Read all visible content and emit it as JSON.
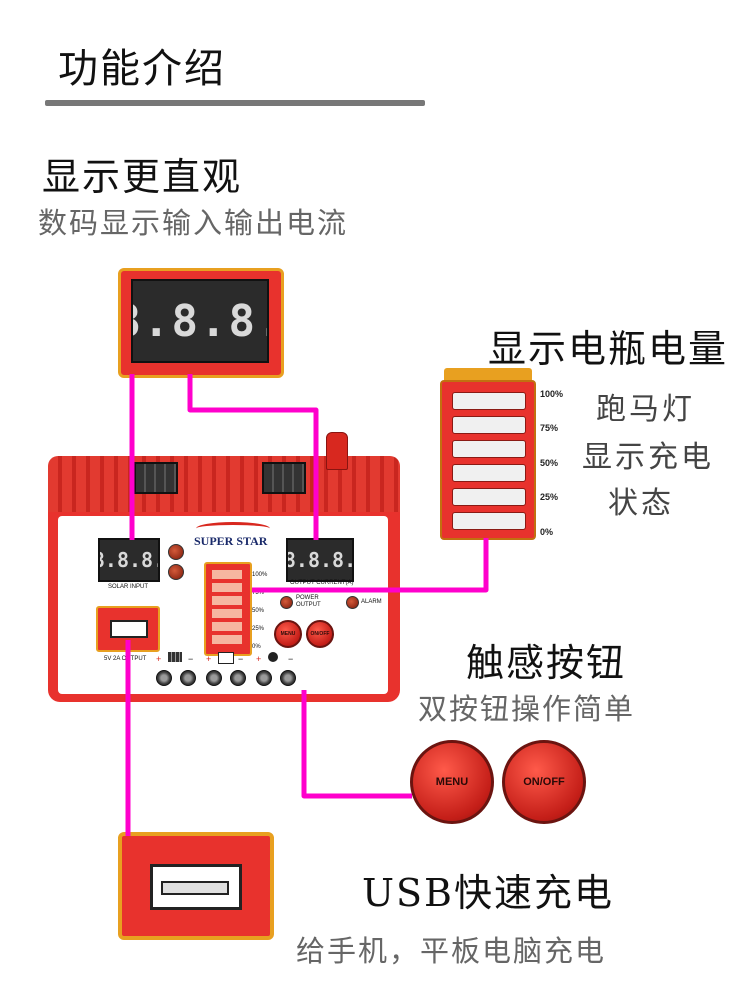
{
  "header": {
    "title": "功能介绍"
  },
  "display_feature": {
    "title": "显示更直观",
    "subtitle": "数码显示输入输出电流",
    "lcd_digits": "8.8.8."
  },
  "battery_feature": {
    "title": "显示电瓶电量",
    "desc_lines": [
      "跑马灯",
      "显示充电",
      "状态"
    ],
    "levels": [
      "100%",
      "75%",
      "50%",
      "25%",
      "0%"
    ]
  },
  "device": {
    "brand": "SUPER STAR",
    "solar_input_label": "SOLAR INPUT",
    "output_current_label": "OUTPUT CURRENT(A)",
    "usb_label": "5V 2A OUTPUT",
    "power_output_label": "POWER OUTPUT",
    "alarm_label": "ALARM",
    "menu_label": "MENU",
    "onoff_label": "ON/OFF",
    "lcd_digits": "8.8.8.",
    "levels": [
      "100%",
      "75%",
      "50%",
      "25%",
      "0%"
    ],
    "plus": "+",
    "minus": "−"
  },
  "touch_feature": {
    "title": "触感按钮",
    "subtitle": "双按钮操作简单",
    "menu_label": "MENU",
    "onoff_label": "ON/OFF"
  },
  "usb_feature": {
    "title": "USB快速充电",
    "subtitle": "给手机，平板电脑充电"
  },
  "colors": {
    "connector": "#ff00cc",
    "device_red": "#e8322d",
    "frame_gold": "#e8a020",
    "lcd_bg": "#2b2b2b"
  }
}
